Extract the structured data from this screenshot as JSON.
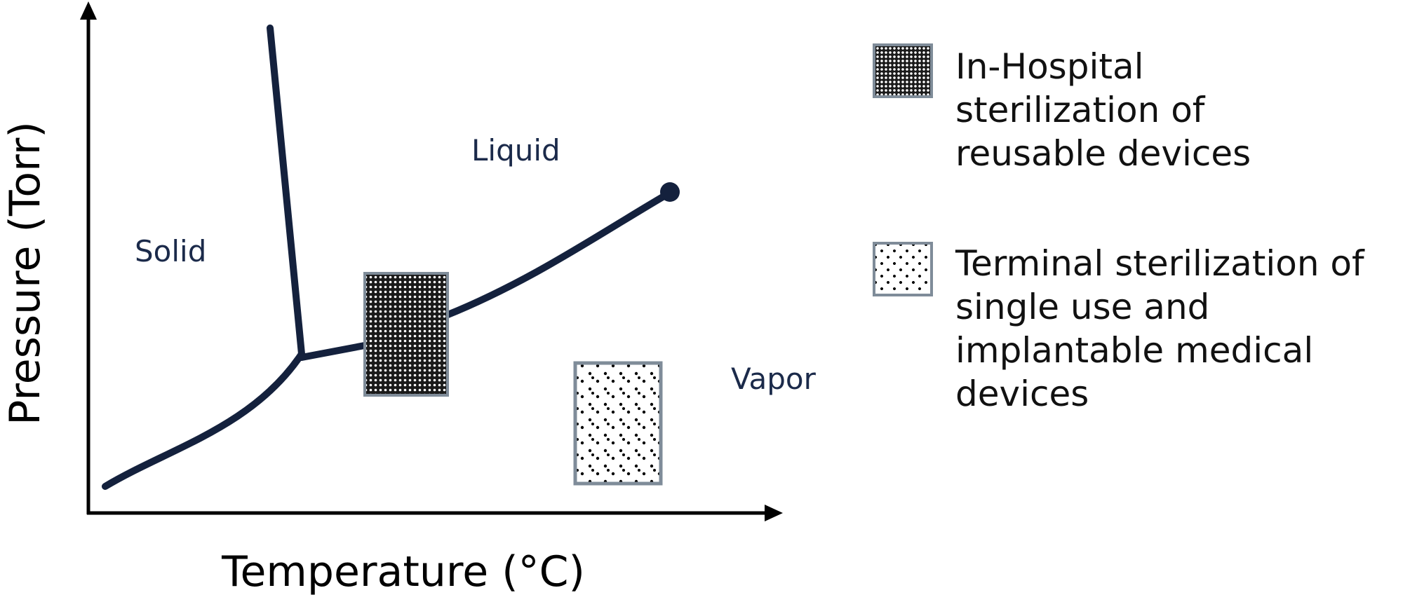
{
  "regions": {
    "solid": "Solid",
    "liquid": "Liquid",
    "vapor": "Vapor"
  },
  "axes": {
    "y_label": "Pressure (Torr)",
    "x_label": "Temperature (°C)"
  },
  "legend": [
    {
      "lines": [
        "In-Hospital",
        "sterilization of",
        "reusable devices"
      ],
      "pattern": "dense-dots"
    },
    {
      "lines": [
        "Terminal sterilization of",
        "single use and",
        "implantable medical",
        "devices"
      ],
      "pattern": "sparse-dots"
    }
  ],
  "colors": {
    "curve": "#14213d",
    "region_text": "#1b2a4a",
    "swatch_border": "#7f8c99",
    "axis": "#000000"
  }
}
